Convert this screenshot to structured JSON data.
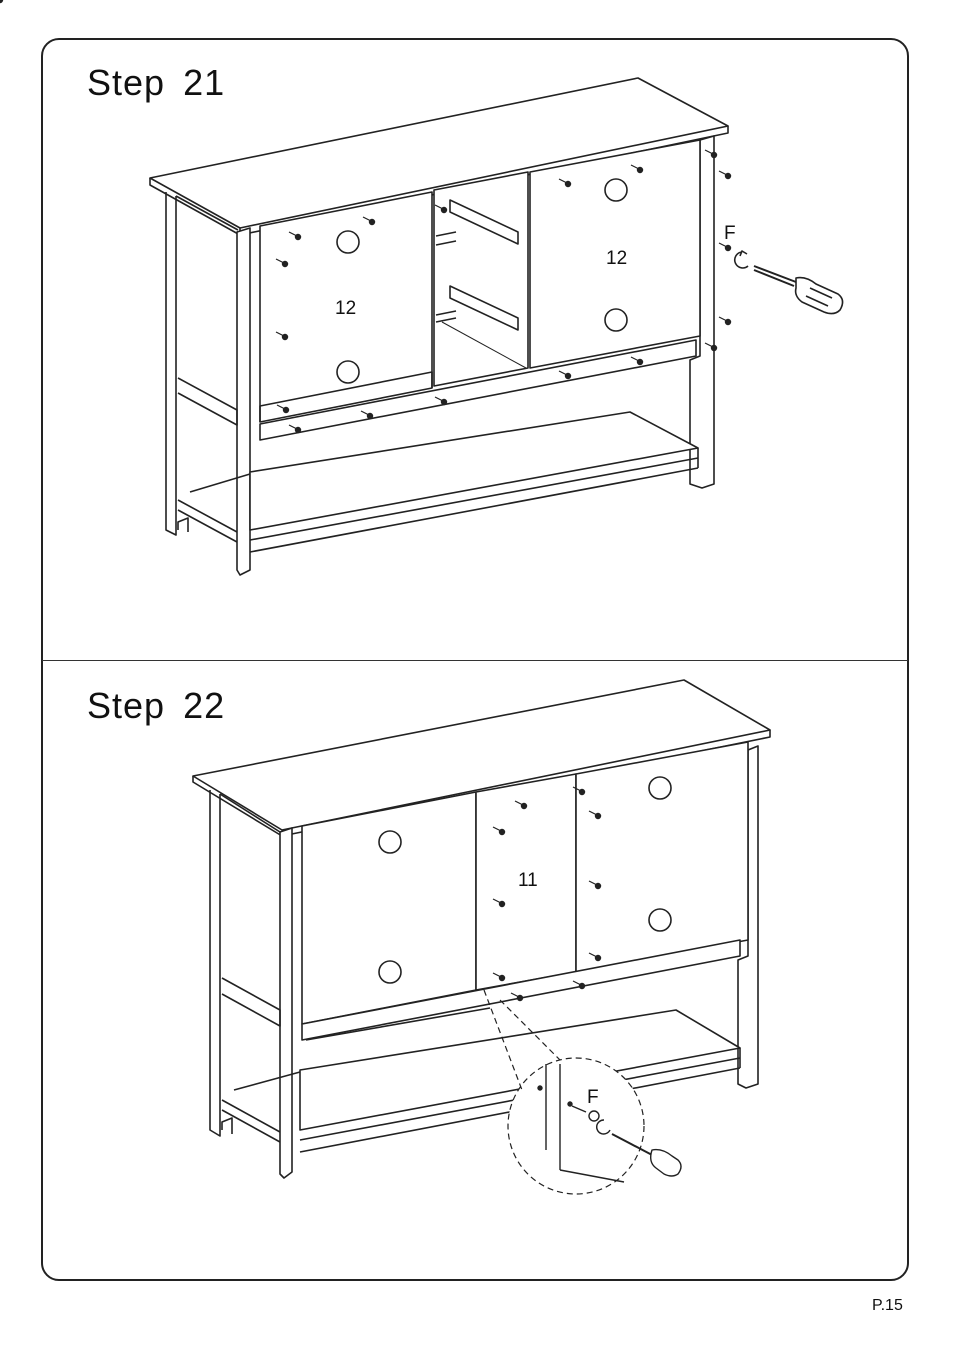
{
  "page": {
    "number": "P.15"
  },
  "steps": [
    {
      "label": "Step",
      "number": "21",
      "callouts": {
        "left_panel": "12",
        "right_panel": "12",
        "hardware": "F"
      }
    },
    {
      "label": "Step",
      "number": "22",
      "callouts": {
        "center_panel": "11",
        "hardware": "F"
      }
    }
  ],
  "colors": {
    "line": "#222222",
    "background": "#ffffff"
  },
  "icons": [
    "screw-icon",
    "screwdriver-icon",
    "rotation-arrow-icon",
    "magnifier-detail-icon"
  ]
}
